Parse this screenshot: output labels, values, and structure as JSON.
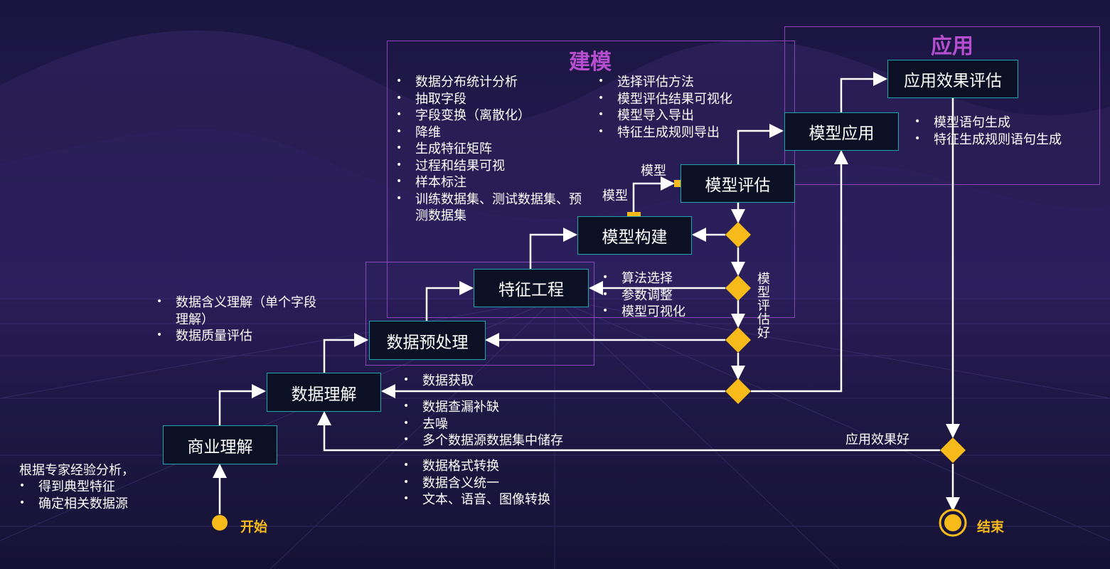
{
  "colors": {
    "accent": "#f6bb1a",
    "node_border": "#1fa5b0",
    "region": "#8a46b8",
    "region_title": "#b54fd0"
  },
  "regions": {
    "modeling": {
      "title": "建模"
    },
    "application": {
      "title": "应用"
    }
  },
  "nodes": {
    "business": "商业理解",
    "data_understanding": "数据理解",
    "preprocess": "数据预处理",
    "feature": "特征工程",
    "build": "模型构建",
    "evaluate": "模型评估",
    "apply": "模型应用",
    "apply_eval": "应用效果评估"
  },
  "lists": {
    "modeling_left": [
      "数据分布统计分析",
      "抽取字段",
      "字段变换（离散化）",
      "降维",
      "生成特征矩阵",
      "过程和结果可视",
      "样本标注",
      "训练数据集、测试数据集、预测数据集"
    ],
    "modeling_right": [
      "选择评估方法",
      "模型评估结果可视化",
      "模型导入导出",
      "特征生成规则导出"
    ],
    "application": [
      "模型语句生成",
      "特征生成规则语句生成"
    ],
    "algorithm": [
      "算法选择",
      "参数调整",
      "模型可视化"
    ],
    "understanding": [
      "数据含义理解（单个字段理解）",
      "数据质量评估"
    ],
    "acquire": [
      "数据获取"
    ],
    "cleaning": [
      "数据查漏补缺",
      "去噪",
      "多个数据源数据集中储存"
    ],
    "transform": [
      "数据格式转换",
      "数据含义统一",
      "文本、语音、图像转换"
    ],
    "expert": [
      "得到典型特征",
      "确定相关数据源"
    ]
  },
  "labels": {
    "model_1": "模型",
    "model_2": "模型",
    "model_good": "模型评估好",
    "app_good": "应用效果好",
    "start": "开始",
    "end": "结束",
    "expert_intro": "根据专家经验分析，"
  }
}
